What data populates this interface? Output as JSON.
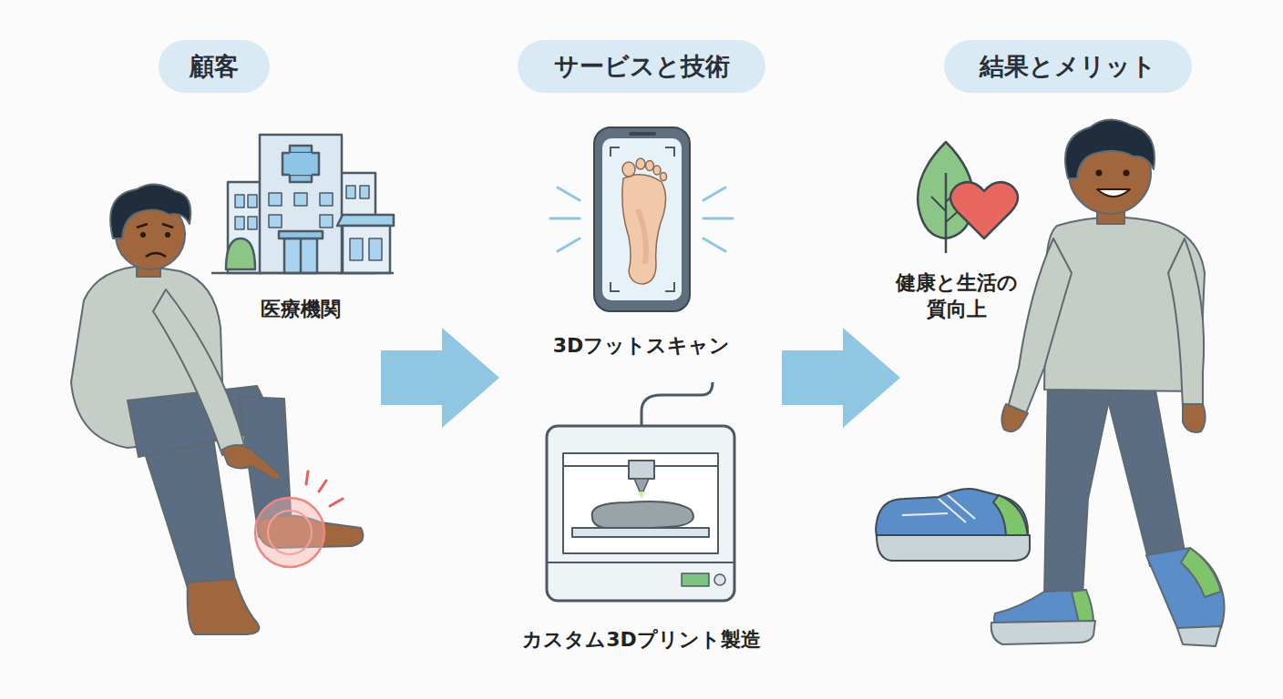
{
  "diagram": {
    "nodes": [
      {
        "text": [
          "顧客"
        ]
      },
      {
        "text": [
          "サービスと技術"
        ]
      },
      {
        "text": [
          "結果とメリット"
        ]
      }
    ],
    "labels": [
      "医療機関",
      "3Dフットスキャン",
      "カスタム3Dプリント製造",
      "健康と生活の 質向上"
    ]
  }
}
